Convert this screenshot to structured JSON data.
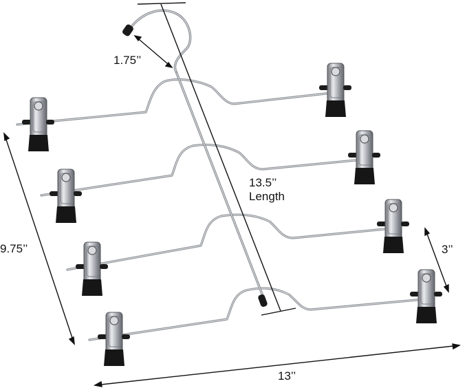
{
  "labels": {
    "hook_width": "1.75’’",
    "length_value": "13.5’’",
    "length_word": "Length",
    "height": "9.75’’",
    "clip_spacing": "3’’",
    "width": "13’’"
  },
  "colors": {
    "wire": "#9a9da2",
    "wire_highlight": "#e6e8eb",
    "clip_body": "#b7babf",
    "clip_tip": "#1a1a1a",
    "dimension_line": "#111111"
  }
}
